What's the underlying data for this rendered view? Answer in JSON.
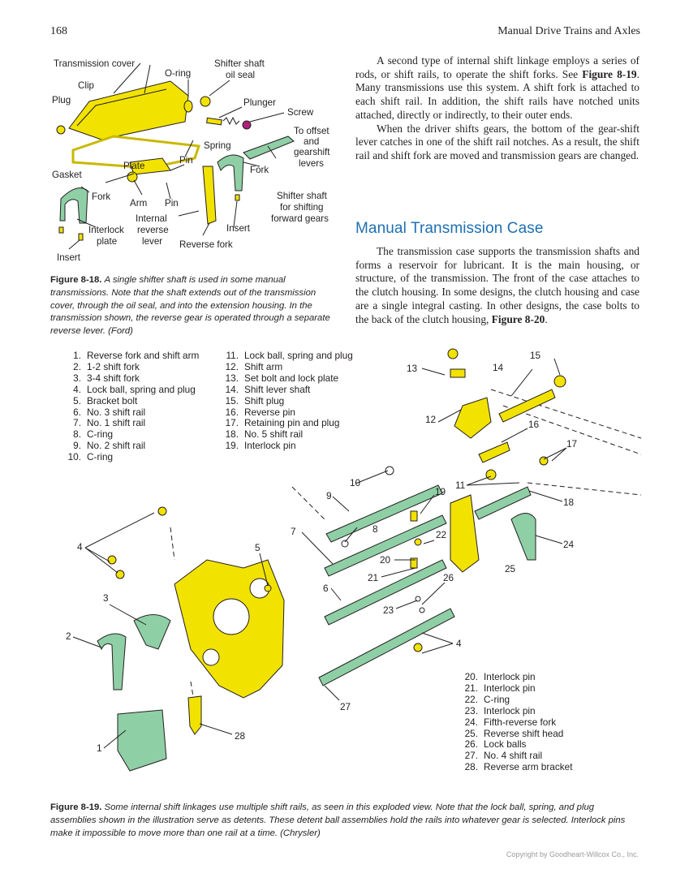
{
  "header": {
    "page_number": "168",
    "running_head": "Manual Drive Trains and Axles"
  },
  "figure_8_18": {
    "labels": {
      "transmission_cover": "Transmission cover",
      "o_ring": "O-ring",
      "shifter_shaft_oil_seal_1": "Shifter shaft",
      "shifter_shaft_oil_seal_2": "oil seal",
      "clip": "Clip",
      "plug": "Plug",
      "plunger": "Plunger",
      "screw": "Screw",
      "to_offset_1": "To offset",
      "to_offset_2": "and",
      "to_offset_3": "gearshift",
      "to_offset_4": "levers",
      "spring": "Spring",
      "pin_top": "Pin",
      "plate": "Plate",
      "gasket": "Gasket",
      "fork_right": "Fork",
      "fork_left": "Fork",
      "arm": "Arm",
      "pin_bottom": "Pin",
      "shifter_shaft_forward_1": "Shifter shaft",
      "shifter_shaft_forward_2": "for shifting",
      "shifter_shaft_forward_3": "forward gears",
      "internal_reverse_lever_1": "Internal",
      "internal_reverse_lever_2": "reverse",
      "internal_reverse_lever_3": "lever",
      "insert_right": "Insert",
      "interlock_plate_1": "Interlock",
      "interlock_plate_2": "plate",
      "reverse_fork": "Reverse fork",
      "insert_left": "Insert"
    },
    "caption_label": "Figure 8-18.",
    "caption_text": "A single shifter shaft is used in some manual transmissions. Note that the shaft extends out of the transmission cover, through the oil seal, and into the extension housing. In the transmission shown, the reverse gear is operated through a separate reverse lever. (Ford)"
  },
  "body": {
    "para1_a": "A second type of internal shift linkage employs a series of rods, or shift rails, to operate the shift forks. See ",
    "para1_ref": "Figure 8-19",
    "para1_b": ". Many transmissions use this system. A shift fork is attached to each shift rail. In addition, the shift rails have notched units attached, directly or indirectly, to their outer ends.",
    "para2": "When the driver shifts gears, the bottom of the gear-shift lever catches in one of the shift rail notches. As a result, the shift rail and shift fork are moved and transmission gears are changed.",
    "section_heading": "Manual Transmission Case",
    "para3_a": "The transmission case supports the transmission shafts and forms a reservoir for lubricant. It is the main housing, or structure, of the transmission. The front of the case attaches to the clutch housing. In some designs, the clutch housing and case are a single integral casting. In other designs, the case bolts to the back of the clutch housing, ",
    "para3_ref": "Figure 8-20",
    "para3_b": "."
  },
  "figure_8_19": {
    "legend_left": [
      {
        "n": "1.",
        "text": "Reverse fork and shift arm"
      },
      {
        "n": "2.",
        "text": "1-2 shift fork"
      },
      {
        "n": "3.",
        "text": "3-4 shift fork"
      },
      {
        "n": "4.",
        "text": "Lock ball, spring and plug"
      },
      {
        "n": "5.",
        "text": "Bracket bolt"
      },
      {
        "n": "6.",
        "text": "No. 3 shift rail"
      },
      {
        "n": "7.",
        "text": "No. 1 shift rail"
      },
      {
        "n": "8.",
        "text": "C-ring"
      },
      {
        "n": "9.",
        "text": "No. 2 shift rail"
      },
      {
        "n": "10.",
        "text": "C-ring"
      }
    ],
    "legend_middle": [
      {
        "n": "11.",
        "text": "Lock ball, spring and plug"
      },
      {
        "n": "12.",
        "text": "Shift arm"
      },
      {
        "n": "13.",
        "text": "Set bolt and lock plate"
      },
      {
        "n": "14.",
        "text": "Shift lever shaft"
      },
      {
        "n": "15.",
        "text": "Shift plug"
      },
      {
        "n": "16.",
        "text": "Reverse pin"
      },
      {
        "n": "17.",
        "text": "Retaining pin and plug"
      },
      {
        "n": "18.",
        "text": "No. 5 shift rail"
      },
      {
        "n": "19.",
        "text": "Interlock pin"
      }
    ],
    "legend_right": [
      {
        "n": "20.",
        "text": "Interlock pin"
      },
      {
        "n": "21.",
        "text": "Interlock pin"
      },
      {
        "n": "22.",
        "text": "C-ring"
      },
      {
        "n": "23.",
        "text": "Interlock pin"
      },
      {
        "n": "24.",
        "text": "Fifth-reverse fork"
      },
      {
        "n": "25.",
        "text": "Reverse shift head"
      },
      {
        "n": "26.",
        "text": "Lock balls"
      },
      {
        "n": "27.",
        "text": "No. 4 shift rail"
      },
      {
        "n": "28.",
        "text": "Reverse arm bracket"
      }
    ],
    "callouts": {
      "c1": "1",
      "c2": "2",
      "c3": "3",
      "c4a": "4",
      "c4b": "4",
      "c5": "5",
      "c6": "6",
      "c7": "7",
      "c8": "8",
      "c9": "9",
      "c10": "10",
      "c11": "11",
      "c12": "12",
      "c13": "13",
      "c14": "14",
      "c15": "15",
      "c16": "16",
      "c17": "17",
      "c18": "18",
      "c19": "19",
      "c20": "20",
      "c21": "21",
      "c22": "22",
      "c23": "23",
      "c24": "24",
      "c25": "25",
      "c26": "26",
      "c27": "27",
      "c28": "28"
    },
    "caption_label": "Figure 8-19.",
    "caption_text": "Some internal shift linkages use multiple shift rails, as seen in this exploded view. Note that the lock ball, spring, and plug assemblies shown in the illustration serve as detents. These detent ball assemblies hold the rails into whatever gear is selected. Interlock pins make it impossible to move more than one rail at a time. (Chrysler)"
  },
  "footer": {
    "copyright": "Copyright by Goodheart-Willcox Co., Inc."
  },
  "colors": {
    "part_yellow": "#f2e200",
    "part_green": "#8fcfa6",
    "heading_blue": "#1f6fb2",
    "copyright_gray": "#9b9b9b"
  }
}
